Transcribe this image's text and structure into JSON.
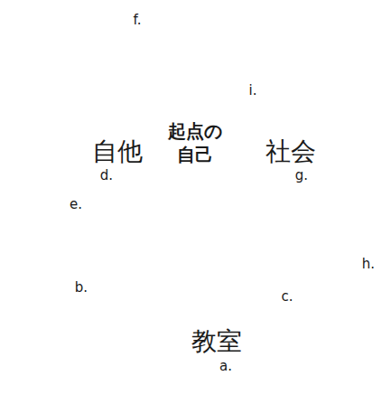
{
  "diagram": {
    "nodes": [
      {
        "text": [
          "自他"
        ]
      },
      {
        "text": [
          "社会"
        ]
      },
      {
        "text": [
          "教室"
        ]
      }
    ],
    "labels": [
      "f.",
      "i.",
      "起点の 自己",
      "d.",
      "g.",
      "e.",
      "b.",
      "c.",
      "h.",
      "a."
    ]
  }
}
